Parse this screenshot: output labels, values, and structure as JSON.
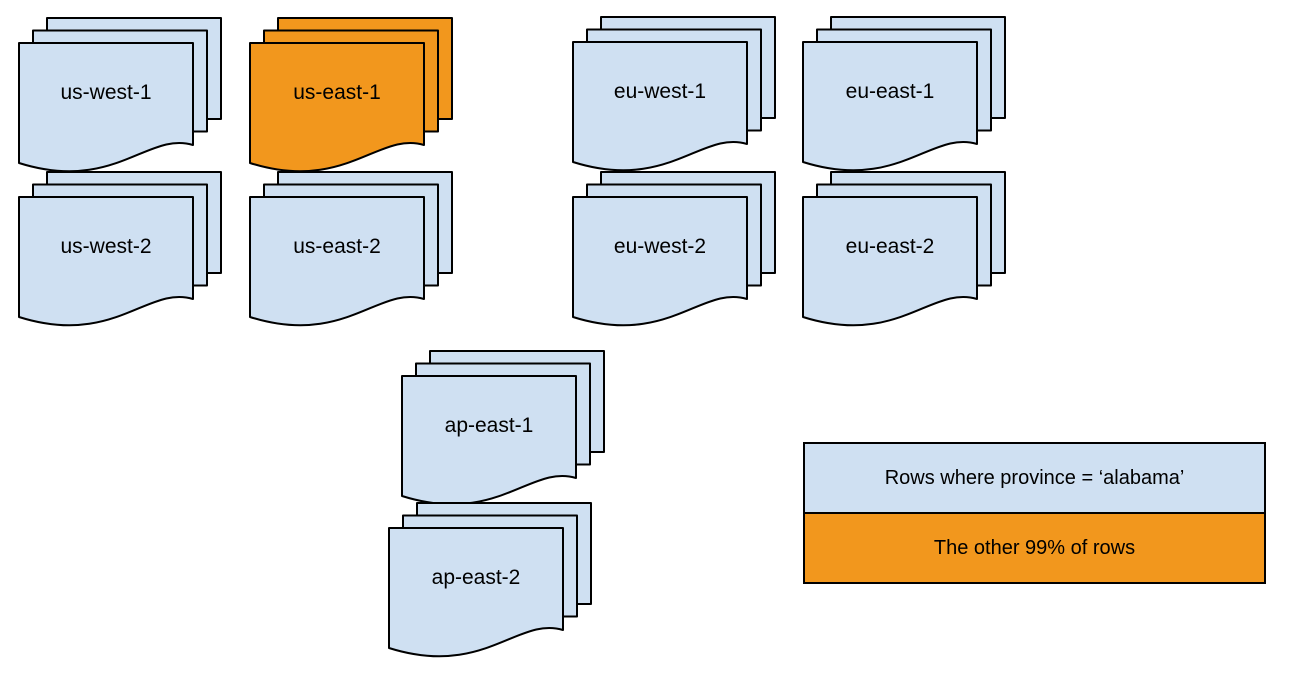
{
  "colors": {
    "blue": "#cfe0f2",
    "orange": "#f2971d",
    "stroke": "#000000",
    "background": "#ffffff"
  },
  "stacks": [
    {
      "label": "us-west-1",
      "variant": "blue"
    },
    {
      "label": "us-east-1",
      "variant": "orange"
    },
    {
      "label": "eu-west-1",
      "variant": "blue"
    },
    {
      "label": "eu-east-1",
      "variant": "blue"
    },
    {
      "label": "us-west-2",
      "variant": "blue"
    },
    {
      "label": "us-east-2",
      "variant": "blue"
    },
    {
      "label": "eu-west-2",
      "variant": "blue"
    },
    {
      "label": "eu-east-2",
      "variant": "blue"
    },
    {
      "label": "ap-east-1",
      "variant": "blue"
    },
    {
      "label": "ap-east-2",
      "variant": "blue"
    }
  ],
  "legend": {
    "items": [
      {
        "label": "Rows where province = ‘alabama’",
        "variant": "blue"
      },
      {
        "label": "The other 99% of rows",
        "variant": "orange"
      }
    ]
  }
}
